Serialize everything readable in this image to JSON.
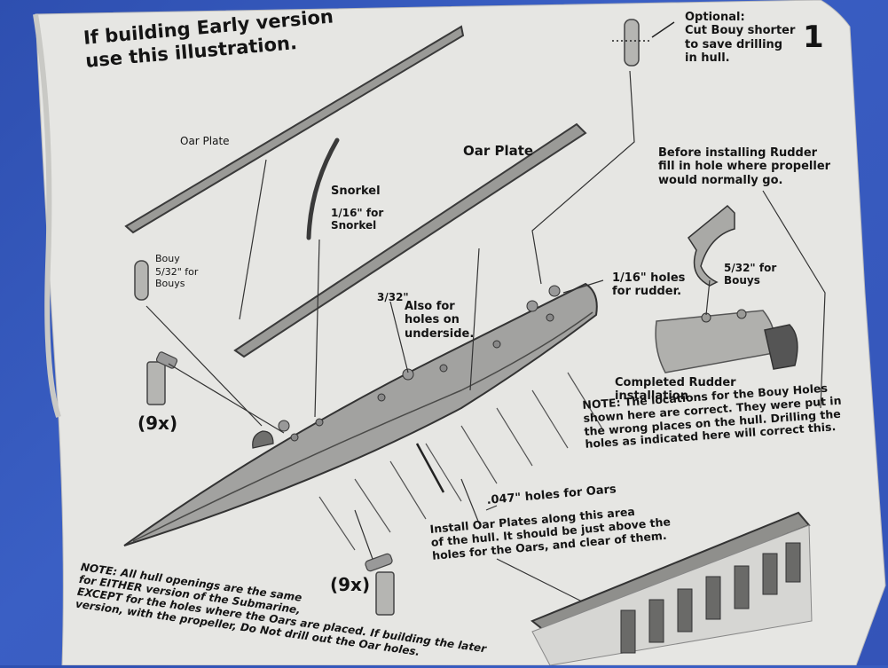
{
  "page_number": "1",
  "heading": "If building Early version\nuse this illustration.",
  "callouts": {
    "optional_bouy": "Optional:\nCut Bouy shorter\nto save drilling\nin hull.",
    "oar_plate_left": "Oar Plate",
    "oar_plate_right": "Oar Plate",
    "snorkel": "Snorkel",
    "snorkel_hole": "1/16\" for\nSnorkel",
    "bouy": "Bouy",
    "bouy_hole": "5/32\" for\nBouys",
    "hole_3_32": "3/32\"",
    "also_underside": "Also for\nholes on\nunderside.",
    "rudder_fill": "Before installing Rudder\nfill in hole where propeller\nwould normally go.",
    "rudder_holes": "1/16\" holes\nfor rudder.",
    "bouy_hole_right": "5/32\" for\nBouys",
    "completed_rudder": "Completed Rudder\ninstallation",
    "oar_holes": ".047\" holes for Oars",
    "install_oar": "Install Oar Plates along this area\nof the hull. It should be just above the\nholes for the Oars, and clear of them.",
    "qty_upper": "(9x)",
    "qty_lower": "(9x)"
  },
  "notes": {
    "bouy_locations": "NOTE: The locations for the Bouy Holes\nshown here are correct. They were put in\nthe wrong places on the hull. Drilling the\nholes as indicated here will correct this.",
    "hull_openings": "NOTE: All hull openings are the same\nfor EITHER version of the Submarine,\nEXCEPT for the holes where the Oars are placed. If building the later\nversion, with the propeller, Do Not drill out the Oar holes."
  }
}
